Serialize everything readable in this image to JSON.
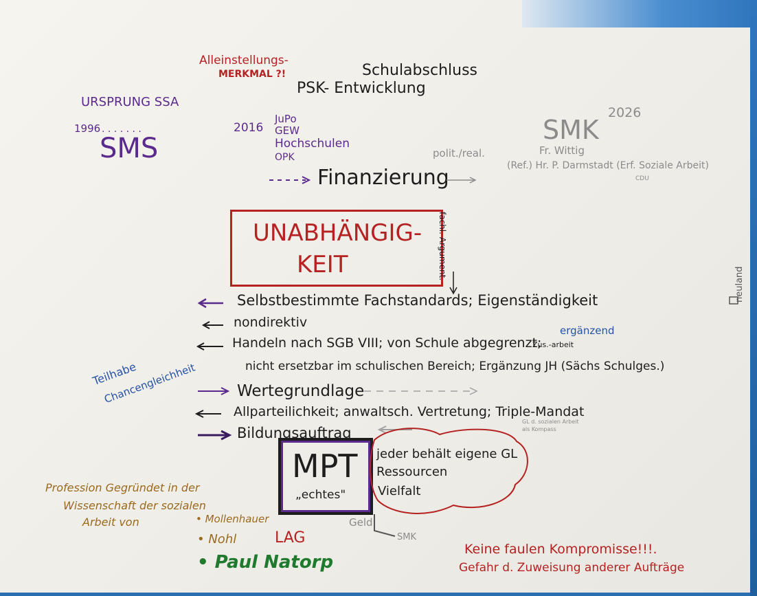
{
  "texts": {
    "alleinstellung": "Alleinstellungs-",
    "merkmal": "MERKMAL ?!",
    "schulabschluss": "Schulabschluss",
    "psk": "PSK- Entwicklung",
    "ursprung": "URSPRUNG SSA",
    "year1996": "1996",
    "sms": "SMS",
    "year2016": "2016",
    "jupo": "JuPo",
    "gew": "GEW",
    "hochschulen": "Hochschulen",
    "opk": "OPK",
    "year2026": "2026",
    "smk": "SMK",
    "wittig": "Fr. Wittig",
    "darmstadt": "(Ref.) Hr. P. Darmstadt (Erf. Soziale Arbeit)",
    "cdu": "CDU",
    "polit": "polit./real.",
    "finanzierung": "Finanzierung",
    "unabh1": "UNABHÄNGIG-",
    "unabh2": "KEIT",
    "fachl": "fachl. Argument.",
    "line1": "Selbstbestimmte Fachstandards; Eigenständigkeit",
    "line2": "nondirektiv",
    "line3": "Handeln nach SGB VIII; von Schule abgegrenzt;",
    "ergaenzend": "ergänzend",
    "zusarbeit": "Zus.-arbeit",
    "line4": "nicht ersetzbar im schulischen Bereich; Ergänzung JH (Sächs Schulges.)",
    "teilhabe": "Teilhabe",
    "chancen": "Chancengleichheit",
    "line5": "Wertegrundlage",
    "line6": "Allparteilichkeit; anwaltsch. Vertretung; Triple-Mandat",
    "gl": "GL d. sozialen Arbeit als Kompass",
    "line7": "Bildungsauftrag",
    "mpt": "MPT",
    "echtes": "„echtes\"",
    "cloud1": "jeder behält eigene GL",
    "cloud2": "Ressourcen",
    "cloud3": "Vielfalt",
    "geld": "Geld",
    "smk2": "SMK",
    "profession1": "Profession Gegründet in der",
    "profession2": "Wissenschaft der sozialen",
    "profession3": "Arbeit von",
    "mollenhauer": "• Mollenhauer",
    "nohl": "• Nohl",
    "lag": "LAG",
    "natorp": "• Paul Natorp",
    "keine": "Keine faulen Kompromisse!!!.",
    "gefahr": "Gefahr d. Zuweisung anderer Aufträge",
    "neuland": "neuland"
  },
  "colors": {
    "purple": "#5a2a8c",
    "red": "#b52222",
    "black": "#1d1d1d",
    "gray": "#8b8b8b",
    "blue": "#2552a6",
    "gold": "#9a6a1e",
    "green": "#1f7a2e"
  }
}
